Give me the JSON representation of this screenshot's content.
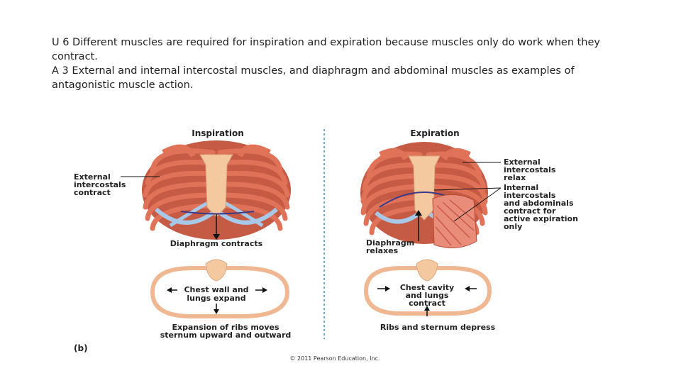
{
  "text": {
    "line1": "U 6 Different muscles are required for inspiration and expiration because muscles only do work when they contract.",
    "line2": "A 3 External and internal intercostal muscles, and diaphragm and abdominal muscles as examples of antagonistic muscle action."
  },
  "figure": {
    "inspiration": {
      "title": "Inspiration",
      "ext_line1": "External",
      "ext_line2": "intercostals",
      "ext_line3": "contract",
      "diaphragm": "Diaphragm contracts",
      "chest_line1": "Chest wall and",
      "chest_line2": "lungs expand",
      "exp_line1": "Expansion of ribs moves",
      "exp_line2": "sternum upward and outward"
    },
    "expiration": {
      "title": "Expiration",
      "ext_line1": "External",
      "ext_line2": "intercostals",
      "ext_line3": "relax",
      "int_line1": "Internal",
      "int_line2": "intercostals",
      "int_line3": "and abdominals",
      "int_line4": "contract for",
      "int_line5": "active expiration",
      "int_line6": "only",
      "diaphragm_line1": "Diaphragm",
      "diaphragm_line2": "relaxes",
      "chest_line1": "Chest cavity",
      "chest_line2": "and lungs",
      "chest_line3": "contract",
      "ribs": "Ribs and sternum depress"
    },
    "panel_label": "(b)",
    "copyright": "© 2011 Pearson Education, Inc."
  },
  "colors": {
    "rib": "#e07258",
    "cartilage": "#f5c9a0",
    "lung_blue": "#a8c8e8",
    "diaphragm": "#3a3a8a",
    "divider": "#4a8fb0"
  }
}
